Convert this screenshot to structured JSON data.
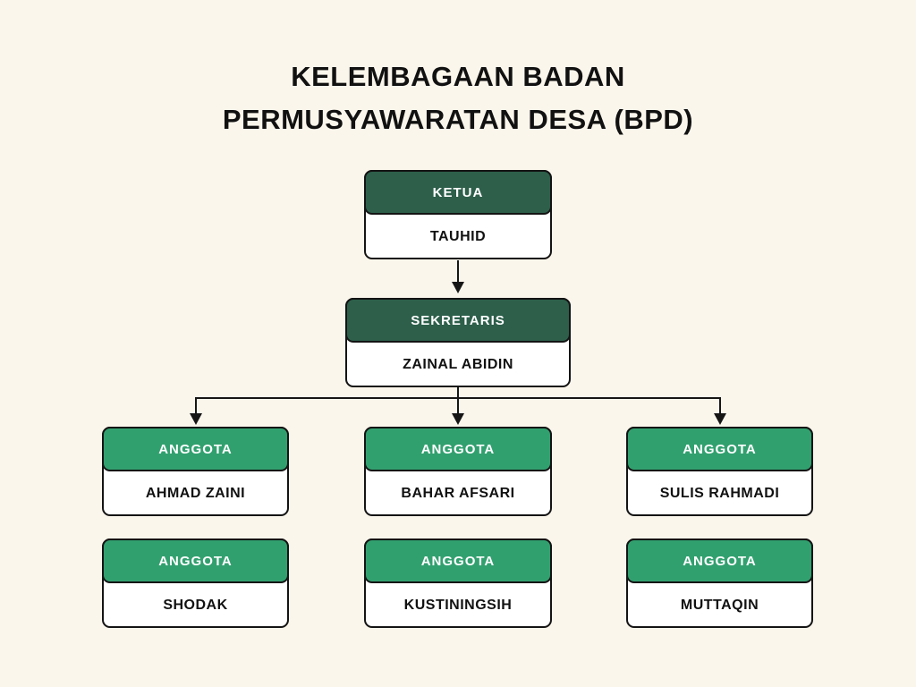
{
  "title": {
    "line1": "KELEMBAGAAN BADAN",
    "line2": "PERMUSYAWARATAN DESA (BPD)"
  },
  "nodes": {
    "ketua": {
      "role": "KETUA",
      "name": "TAUHID"
    },
    "sekretaris": {
      "role": "SEKRETARIS",
      "name": "ZAINAL ABIDIN"
    },
    "anggota": [
      {
        "role": "ANGGOTA",
        "name": "AHMAD ZAINI"
      },
      {
        "role": "ANGGOTA",
        "name": "BAHAR AFSARI"
      },
      {
        "role": "ANGGOTA",
        "name": "SULIS RAHMADI"
      },
      {
        "role": "ANGGOTA",
        "name": "SHODAK"
      },
      {
        "role": "ANGGOTA",
        "name": "KUSTININGSIH"
      },
      {
        "role": "ANGGOTA",
        "name": "MUTTAQIN"
      }
    ]
  },
  "colors": {
    "background": "#FBF6EC",
    "leader_header": "#2D5F4B",
    "member_header": "#31A06F",
    "border": "#161616",
    "header_text": "#FFFFFF",
    "body_text": "#111111"
  }
}
